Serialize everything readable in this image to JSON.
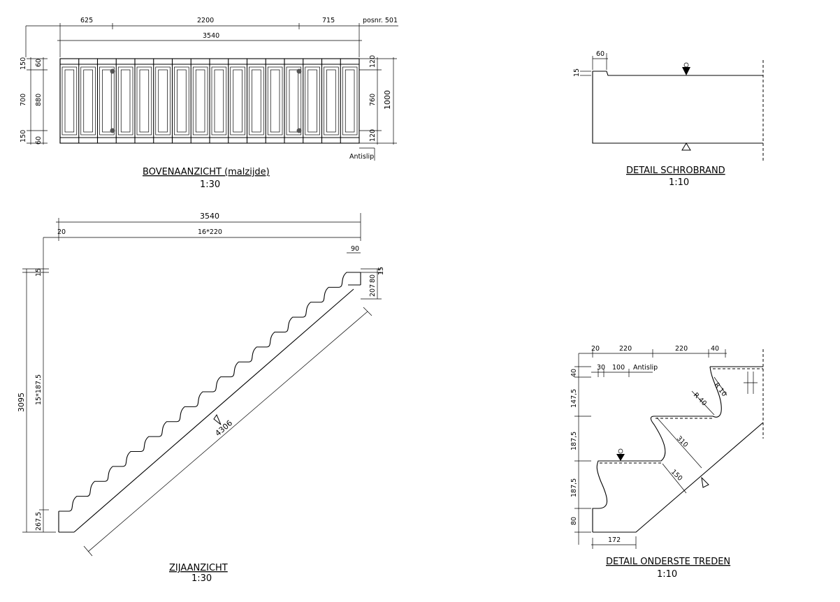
{
  "views": {
    "top": {
      "title": "BOVENAANZICHT (malzijde)",
      "scale": "1:30",
      "dims": {
        "d625": "625",
        "d2200": "2200",
        "d715": "715",
        "posnr": "posnr. 501",
        "d3540": "3540",
        "l150a": "150",
        "l700": "700",
        "l150b": "150",
        "l60a": "60",
        "l880": "880",
        "l60b": "60",
        "r120a": "120",
        "r760": "760",
        "r120b": "120",
        "r1000": "1000"
      },
      "antislip": "Antislip"
    },
    "schrobrand": {
      "title": "DETAIL SCHROBRAND",
      "scale": "1:10",
      "dims": {
        "d60": "60",
        "d15": "15"
      }
    },
    "side": {
      "title": "ZIJAANZICHT",
      "scale": "1:30",
      "dims": {
        "d3540": "3540",
        "d20": "20",
        "d16x220": "16*220",
        "d90": "90",
        "d15top": "15",
        "d15r": "15",
        "d80": "80",
        "d207": "207",
        "d3095": "3095",
        "d15x187": "15*187.5",
        "d267": "267,5",
        "d4306": "4306"
      }
    },
    "treden": {
      "title": "DETAIL ONDERSTE TREDEN",
      "scale": "1:10",
      "dims": {
        "d20": "20",
        "d220a": "220",
        "d220b": "220",
        "d40": "40",
        "d30": "30",
        "d100": "100",
        "antislip": "Antislip",
        "v40": "40",
        "v147": "147,5",
        "v187a": "187,5",
        "v187b": "187,5",
        "v80": "80",
        "d172": "172",
        "r10": "R 10",
        "r40": "R 40",
        "d310": "310",
        "d150": "150"
      }
    }
  }
}
